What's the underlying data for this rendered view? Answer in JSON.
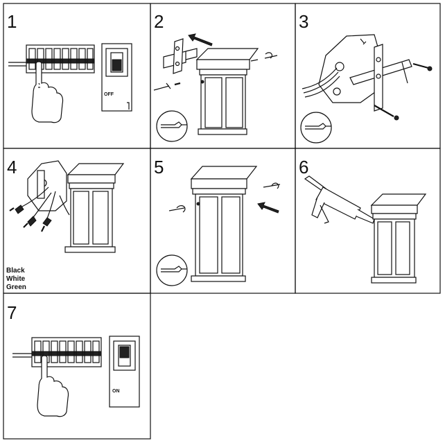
{
  "steps": [
    {
      "number": "1",
      "switch_label": "OFF"
    },
    {
      "number": "2"
    },
    {
      "number": "3"
    },
    {
      "number": "4",
      "wire_labels": [
        "Black",
        "White",
        "Green"
      ]
    },
    {
      "number": "5"
    },
    {
      "number": "6"
    },
    {
      "number": "7",
      "switch_label": "ON"
    }
  ]
}
